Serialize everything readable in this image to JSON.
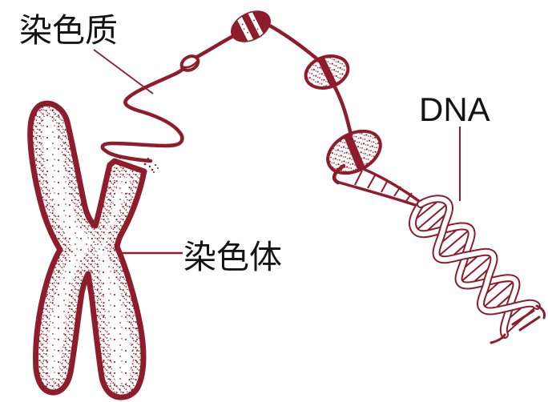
{
  "figure": {
    "labels": {
      "chromatin": "染色质",
      "chromosome": "染色体",
      "dna": "DNA"
    },
    "colors": {
      "ink": "#8e1c2b",
      "text": "#141414",
      "background": "#ffffff"
    }
  }
}
